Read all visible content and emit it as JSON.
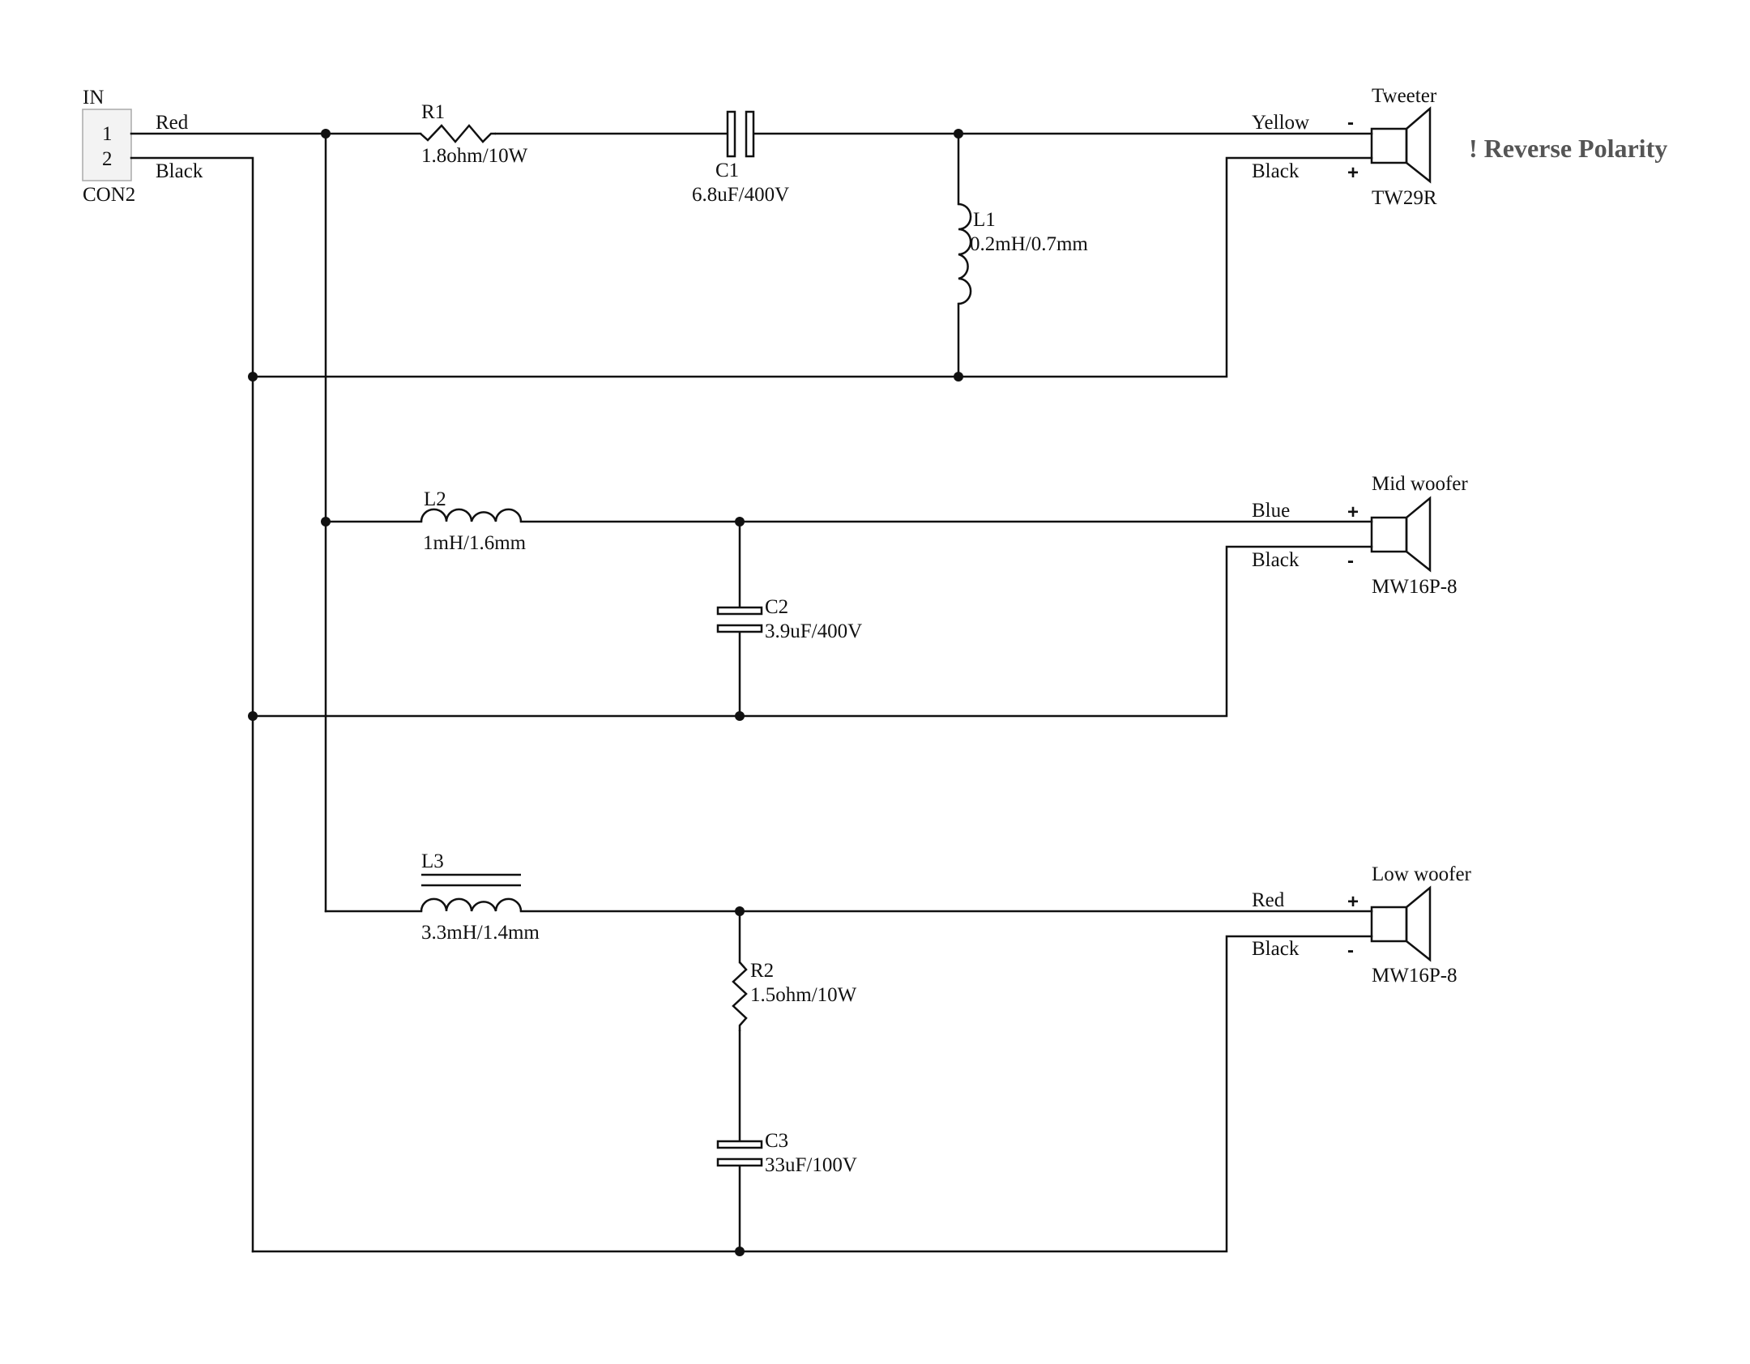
{
  "connector": {
    "label_top": "IN",
    "pin1": "1",
    "pin2": "2",
    "label_bottom": "CON2",
    "wire_pin1": "Red",
    "wire_pin2": "Black"
  },
  "components": {
    "r1": {
      "name": "R1",
      "value": "1.8ohm/10W"
    },
    "c1": {
      "name": "C1",
      "value": "6.8uF/400V"
    },
    "l1": {
      "name": "L1",
      "value": "0.2mH/0.7mm"
    },
    "l2": {
      "name": "L2",
      "value": "1mH/1.6mm"
    },
    "c2": {
      "name": "C2",
      "value": "3.9uF/400V"
    },
    "l3": {
      "name": "L3",
      "value": "3.3mH/1.4mm"
    },
    "r2": {
      "name": "R2",
      "value": "1.5ohm/10W"
    },
    "c3": {
      "name": "C3",
      "value": "33uF/100V"
    }
  },
  "speakers": {
    "tweeter": {
      "title": "Tweeter",
      "model": "TW29R",
      "wire_top": "Yellow",
      "wire_bottom": "Black",
      "pol_top": "-",
      "pol_bottom": "+"
    },
    "mid": {
      "title": "Mid woofer",
      "model": "MW16P-8",
      "wire_top": "Blue",
      "wire_bottom": "Black",
      "pol_top": "+",
      "pol_bottom": "-"
    },
    "low": {
      "title": "Low woofer",
      "model": "MW16P-8",
      "wire_top": "Red",
      "wire_bottom": "Black",
      "pol_top": "+",
      "pol_bottom": "-"
    }
  },
  "note": "! Reverse Polarity",
  "colors": {
    "line": "#111111",
    "note": "#555555"
  }
}
